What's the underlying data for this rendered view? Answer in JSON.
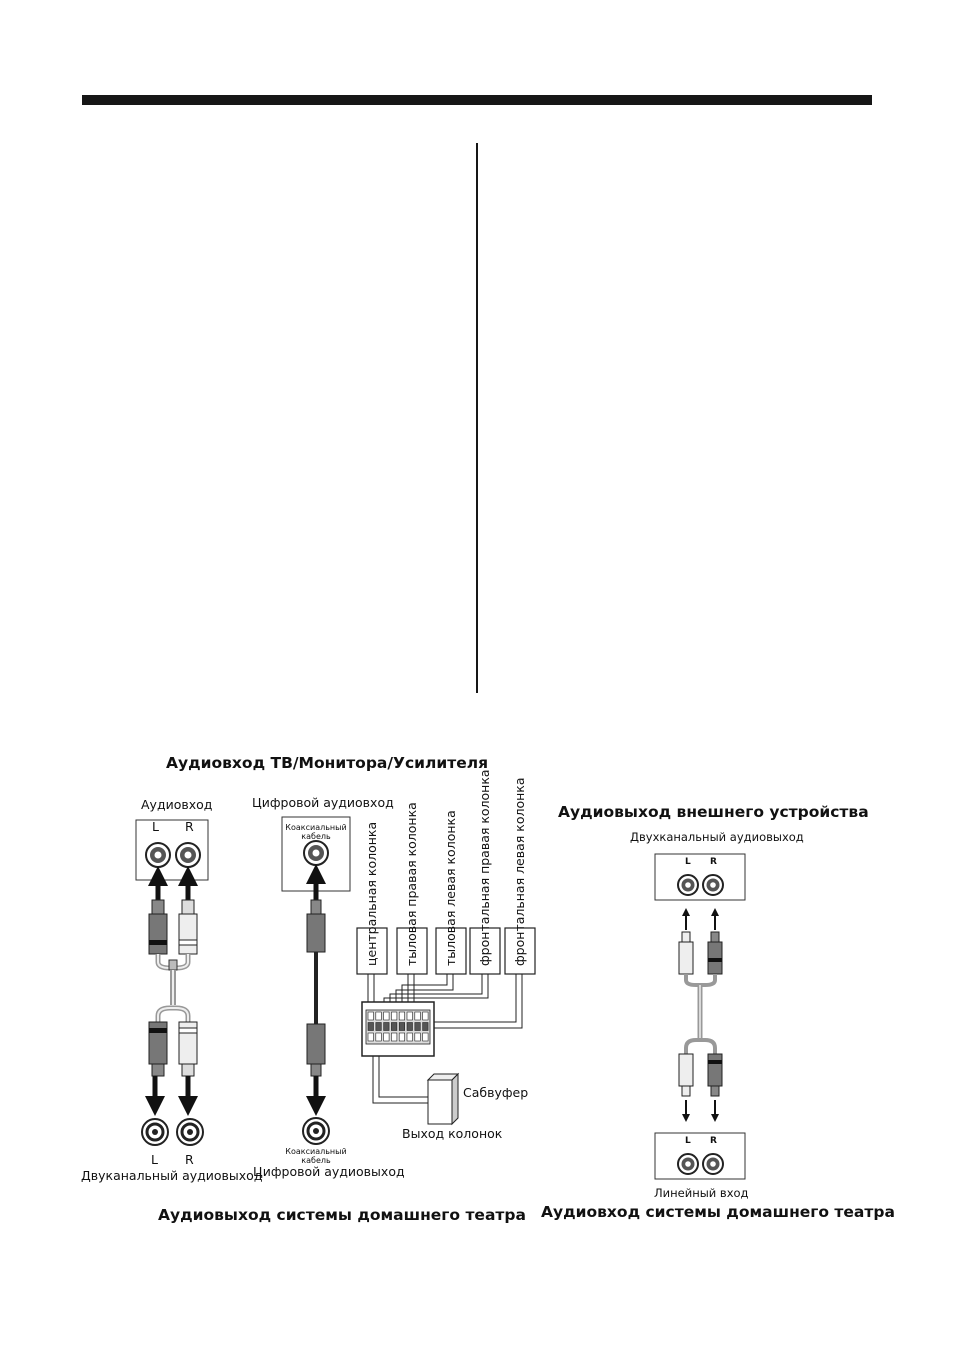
{
  "titles": {
    "tv_input": "Аудиовход ТВ/Монитора/Усилителя",
    "external_output": "Аудиовыход внешнего устройства",
    "home_theater_output": "Аудиовыход системы домашнего театра",
    "home_theater_input": "Аудиовход системы домашнего театра"
  },
  "left_panel": {
    "audio_in": "Аудиовход",
    "l": "L",
    "r": "R",
    "bottom_l": "L",
    "bottom_r": "R",
    "two_channel_out": "Двуканальный аудиовыход"
  },
  "coax_panel": {
    "digital_in": "Цифровой аудиовход",
    "coax_top_line1": "Коаксиальный",
    "coax_top_line2": "кабель",
    "coax_bottom_line1": "Коаксиальный",
    "coax_bottom_line2": "кабель",
    "digital_out": "Цифровой аудиовыход"
  },
  "speakers": {
    "labels": [
      "центральная колонка",
      "тыловая правая колонка",
      "тыловая левая колонка",
      "фронтальная правая колонка",
      "фронтальная левая колонка"
    ],
    "subwoofer": "Сабвуфер",
    "speaker_out": "Выход колонок"
  },
  "right_panel": {
    "two_channel_out": "Двухканальный аудиовыход",
    "top_l": "L",
    "top_r": "R",
    "bottom_l": "L",
    "bottom_r": "R",
    "line_in": "Линейный вход"
  }
}
